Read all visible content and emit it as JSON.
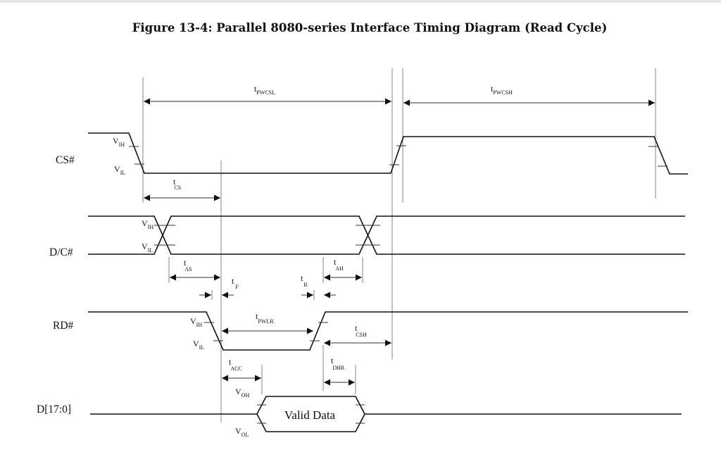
{
  "title": "Figure 13-4: Parallel 8080-series Interface Timing Diagram (Read Cycle)",
  "signals": {
    "cs": "CS#",
    "dc": "D/C#",
    "rd": "RD#",
    "data": "D[17:0]"
  },
  "levels": {
    "v": "V",
    "ih": "IH",
    "il": "IL",
    "oh": "OH",
    "ol": "OL"
  },
  "timing": {
    "t": "t",
    "pwcsl": "PWCSL",
    "pwcsh": "PWCSH",
    "cs": "CS",
    "as": "AS",
    "ah": "AH",
    "f": "F",
    "r": "R",
    "pwlr": "PWLR",
    "csh": "CSH",
    "acc": "ACC",
    "dhr": "DHR"
  },
  "data_label": "Valid Data"
}
